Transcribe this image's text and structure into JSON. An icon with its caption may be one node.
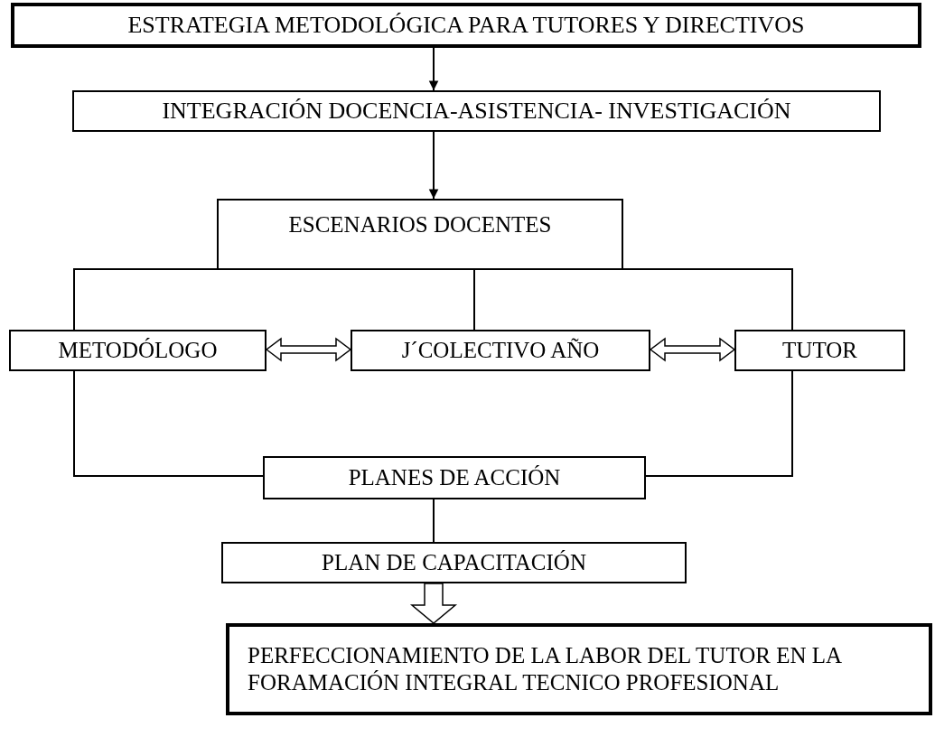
{
  "diagram": {
    "nodes": [
      {
        "text": [
          "ESTRATEGIA METODOLÓGICA PARA TUTORES Y DIRECTIVOS"
        ]
      },
      {
        "text": [
          "INTEGRACIÓN DOCENCIA-ASISTENCIA- INVESTIGACIÓN"
        ]
      },
      {
        "text": [
          "ESCENARIOS DOCENTES"
        ]
      },
      {
        "text": [
          "METODÓLOGO"
        ]
      },
      {
        "text": [
          "J´COLECTIVO  AÑO"
        ]
      },
      {
        "text": [
          "TUTOR"
        ]
      },
      {
        "text": [
          "PLANES DE ACCIÓN"
        ]
      },
      {
        "text": [
          "PLAN DE CAPACITACIÓN"
        ]
      },
      {
        "text": [
          "PERFECCIONAMIENTO DE LA LABOR DEL TUTOR EN LA FORAMACIÓN INTEGRAL TECNICO PROFESIONAL"
        ]
      }
    ],
    "edges": [
      {
        "from": 0,
        "to": 1,
        "arrow": "to"
      },
      {
        "from": 1,
        "to": 2,
        "arrow": "to"
      },
      {
        "from": 2,
        "to": 3,
        "arrow": "none"
      },
      {
        "from": 2,
        "to": 4,
        "arrow": "none"
      },
      {
        "from": 2,
        "to": 5,
        "arrow": "none"
      },
      {
        "from": 3,
        "to": 4,
        "arrow": "both",
        "style": "thick"
      },
      {
        "from": 4,
        "to": 5,
        "arrow": "both",
        "style": "thick"
      },
      {
        "from": 3,
        "to": 6,
        "arrow": "none"
      },
      {
        "from": 5,
        "to": 6,
        "arrow": "none"
      },
      {
        "from": 6,
        "to": 7,
        "arrow": "none"
      },
      {
        "from": 7,
        "to": 8,
        "arrow": "to",
        "style": "thick"
      }
    ]
  }
}
